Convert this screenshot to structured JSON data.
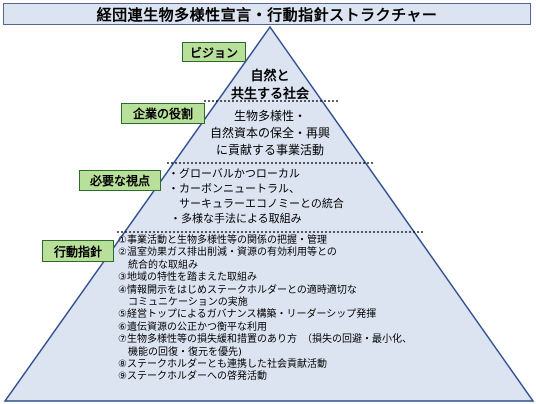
{
  "title": "経団連生物多様性宣言・行動指針ストラクチャー",
  "labels": {
    "vision": "ビジョン",
    "role": "企業の役割",
    "viewpoints": "必要な視点",
    "guidelines": "行動指針"
  },
  "vision_lines": [
    "自然と",
    "共生する社会"
  ],
  "role_lines": [
    "生物多様性・",
    "自然資本の保全・再興",
    "に貢献する事業活動"
  ],
  "viewpoint_lines": [
    "・グローバルかつローカル",
    "・カーボンニュートラル、",
    "　サーキュラーエコノミーとの統合",
    "・多様な手法による取組み"
  ],
  "guideline_lines": [
    "①事業活動と生物多様性等の関係の把握・管理",
    "②温室効果ガス排出削減・資源の有効利用等との",
    "　統合的な取組み",
    "③地域の特性を踏まえた取組み",
    "④情報開示をはじめステークホルダーとの適時適切な",
    "　コミュニケーションの実施",
    "⑤経営トップによるガバナンス構築・リーダーシップ発揮",
    "⑥遺伝資源の公正かつ衡平な利用",
    "⑦生物多様性等の損失緩和措置のあり方　（損失の回避・最小化、",
    "　機能の回復・復元を優先)",
    "⑧ステークホルダーとも連携した社会貢献活動",
    "⑨ステークホルダーへの啓発活動"
  ],
  "colors": {
    "pyramid_fill": "#dce4f2",
    "pyramid_outline": "#2f4f8f",
    "tag_fill": "#b8e09a",
    "tag_outline": "#2e6b2a",
    "title_fill": "#dce4f2"
  }
}
